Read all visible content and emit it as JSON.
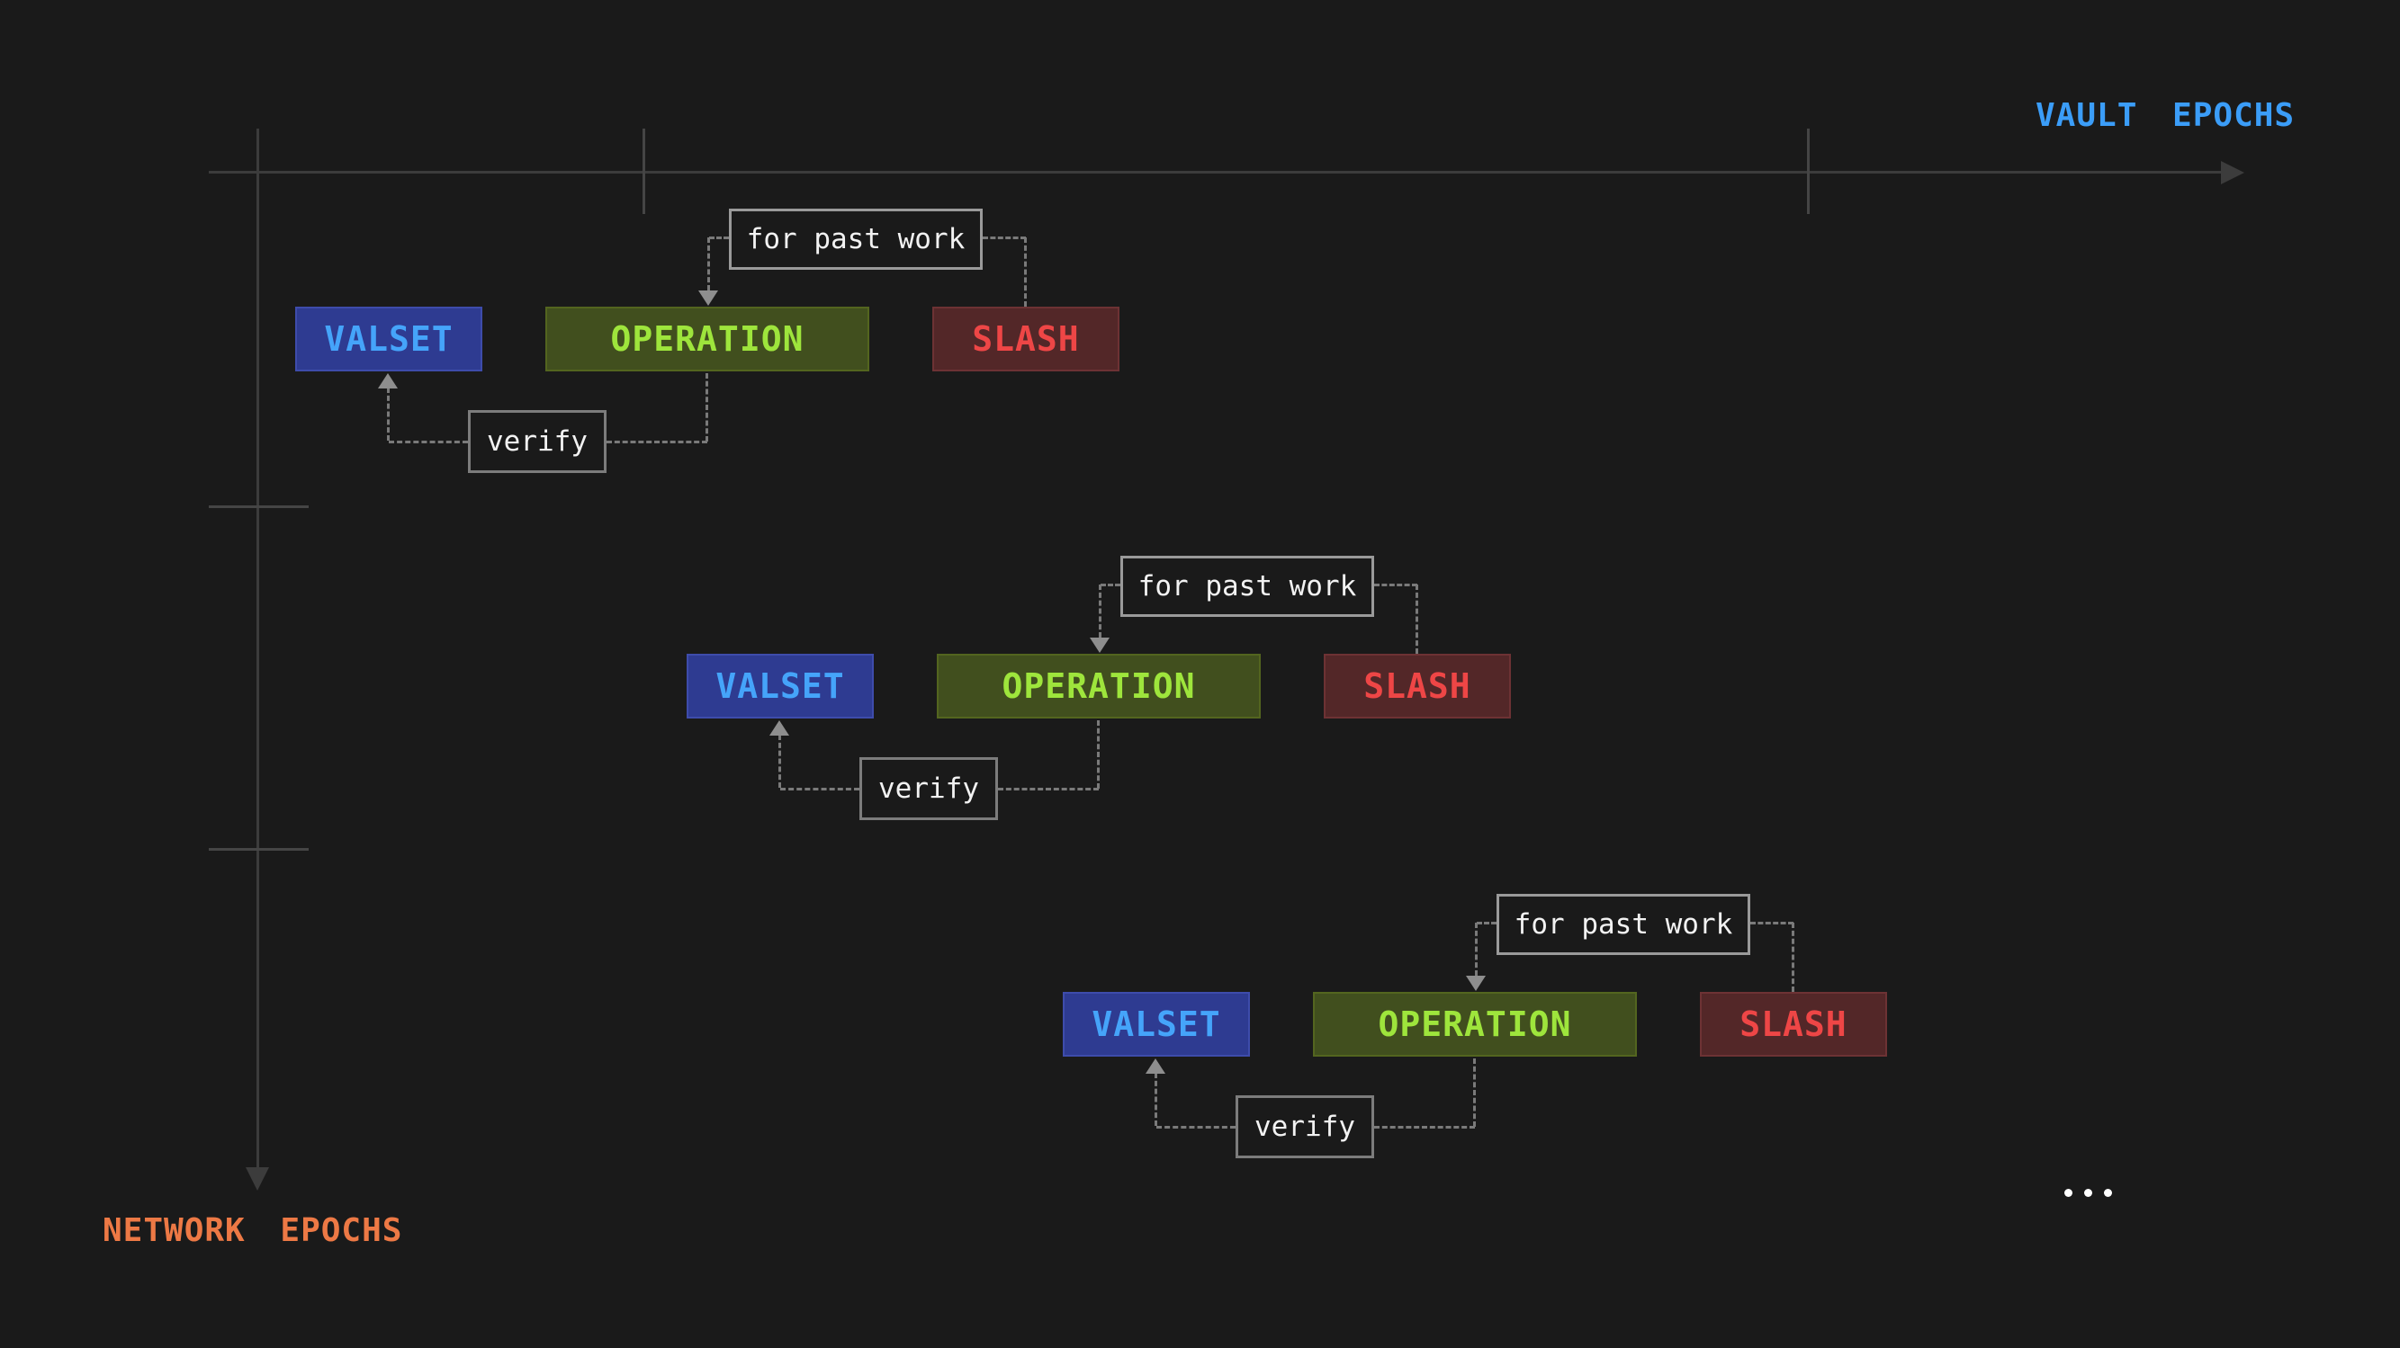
{
  "axes": {
    "vault_epochs_label": "VAULT EPOCHS",
    "network_epochs_label": "NETWORK EPOCHS"
  },
  "ellipsis": "...",
  "rows": [
    {
      "valset": "VALSET",
      "operation": "OPERATION",
      "slash": "SLASH",
      "for_past_work": "for past work",
      "verify": "verify"
    },
    {
      "valset": "VALSET",
      "operation": "OPERATION",
      "slash": "SLASH",
      "for_past_work": "for past work",
      "verify": "verify"
    },
    {
      "valset": "VALSET",
      "operation": "OPERATION",
      "slash": "SLASH",
      "for_past_work": "for past work",
      "verify": "verify"
    }
  ],
  "palette": {
    "background": "#1a1a1a",
    "axis_line": "#3c3c3c",
    "axis_tick": "#454545",
    "vault_color": "#3b9df8",
    "network_color": "#ed7945",
    "valset_bg": "#2e3b91",
    "valset_border": "#3e4cab",
    "valset_text": "#45a4fa",
    "operation_bg": "#414f1e",
    "operation_border": "#53651f",
    "operation_text": "#9ee53c",
    "slash_bg": "#532728",
    "slash_border": "#6d3234",
    "slash_text": "#ee4646",
    "label_border": "#9a9a9a",
    "verify_border": "#7c7c7c",
    "label_text": "#f2f2f2",
    "dash_color": "#7a7a7a",
    "arrow_color": "#8e8e8e",
    "dots_color": "#ffffff"
  }
}
